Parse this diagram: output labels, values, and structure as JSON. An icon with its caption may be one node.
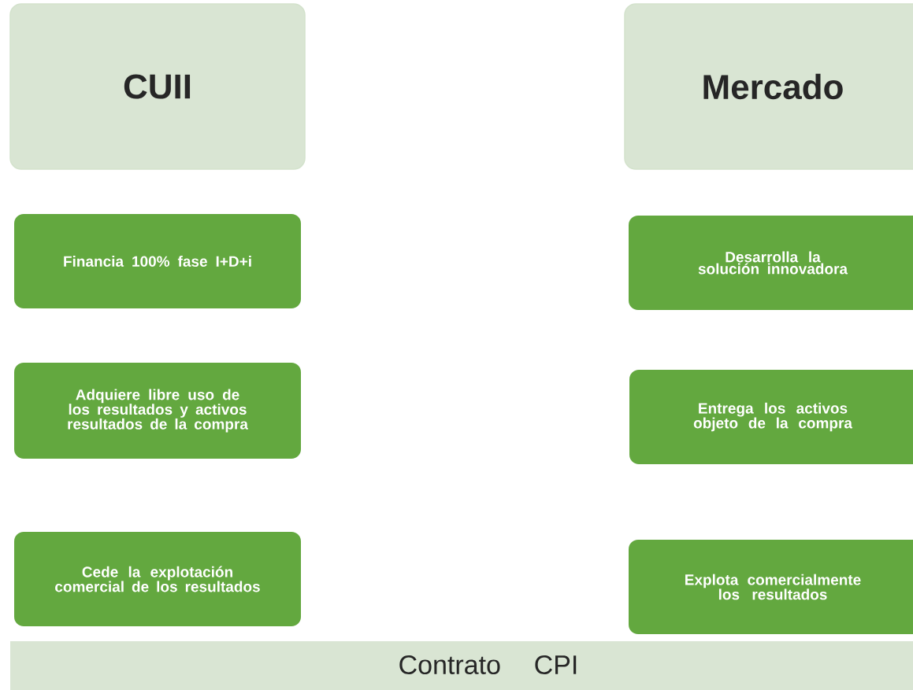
{
  "diagram": {
    "nodes": [
      {
        "text": [
          "CUII"
        ]
      },
      {
        "text": [
          "Mercado"
        ]
      },
      {
        "text": [
          "Financia 100% fase I+D+i"
        ]
      },
      {
        "text": [
          "Desarrolla la solución innovadora"
        ]
      },
      {
        "text": [
          "Adquiere libre uso de los resultados y activos resultados de la compra"
        ]
      },
      {
        "text": [
          "Entrega los activos objeto de la compra"
        ]
      },
      {
        "text": [
          "Cede la explotación comercial de los resultados"
        ]
      },
      {
        "text": [
          "Explota comercialmente los resultados"
        ]
      },
      {
        "text": [
          "Contrato CPI"
        ]
      }
    ],
    "edges": []
  }
}
